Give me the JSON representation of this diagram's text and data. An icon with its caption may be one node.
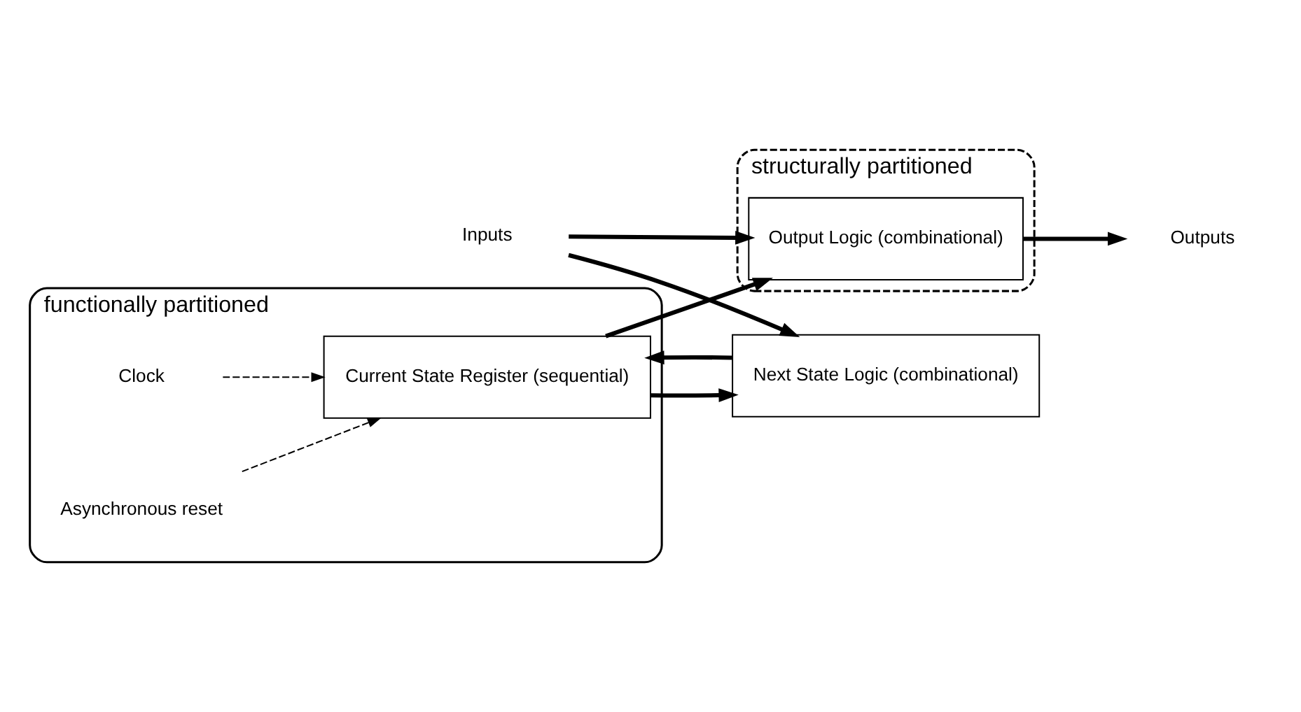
{
  "diagram": {
    "nodes": [
      {
        "text": [
          "functionally partitioned"
        ]
      },
      {
        "text": [
          "structurally partitioned"
        ]
      },
      {
        "text": [
          "Current State Register (sequential)"
        ],
        "in": 0
      },
      {
        "text": [
          "Next State Logic (combinational)"
        ]
      },
      {
        "text": [
          "Output Logic (combinational)"
        ],
        "in": 1
      },
      {
        "text": [
          "Clock"
        ],
        "in": 0
      },
      {
        "text": [
          "Asynchronous reset"
        ],
        "in": 0
      },
      {
        "text": [
          "Inputs"
        ]
      },
      {
        "text": [
          "Outputs"
        ]
      }
    ],
    "edges": [
      {
        "from": 3,
        "to": 2,
        "arrow": "to"
      },
      {
        "from": 2,
        "to": 3,
        "arrow": "to"
      },
      {
        "from": 2,
        "to": 4,
        "arrow": "to"
      },
      {
        "from": 7,
        "to": 3,
        "arrow": "to"
      },
      {
        "from": 7,
        "to": 4,
        "arrow": "to"
      },
      {
        "from": 4,
        "to": 8,
        "arrow": "to"
      },
      {
        "from": 5,
        "to": 2,
        "arrow": "to",
        "style": "dashed"
      },
      {
        "from": 6,
        "to": 2,
        "arrow": "to",
        "style": "dashed"
      }
    ]
  }
}
